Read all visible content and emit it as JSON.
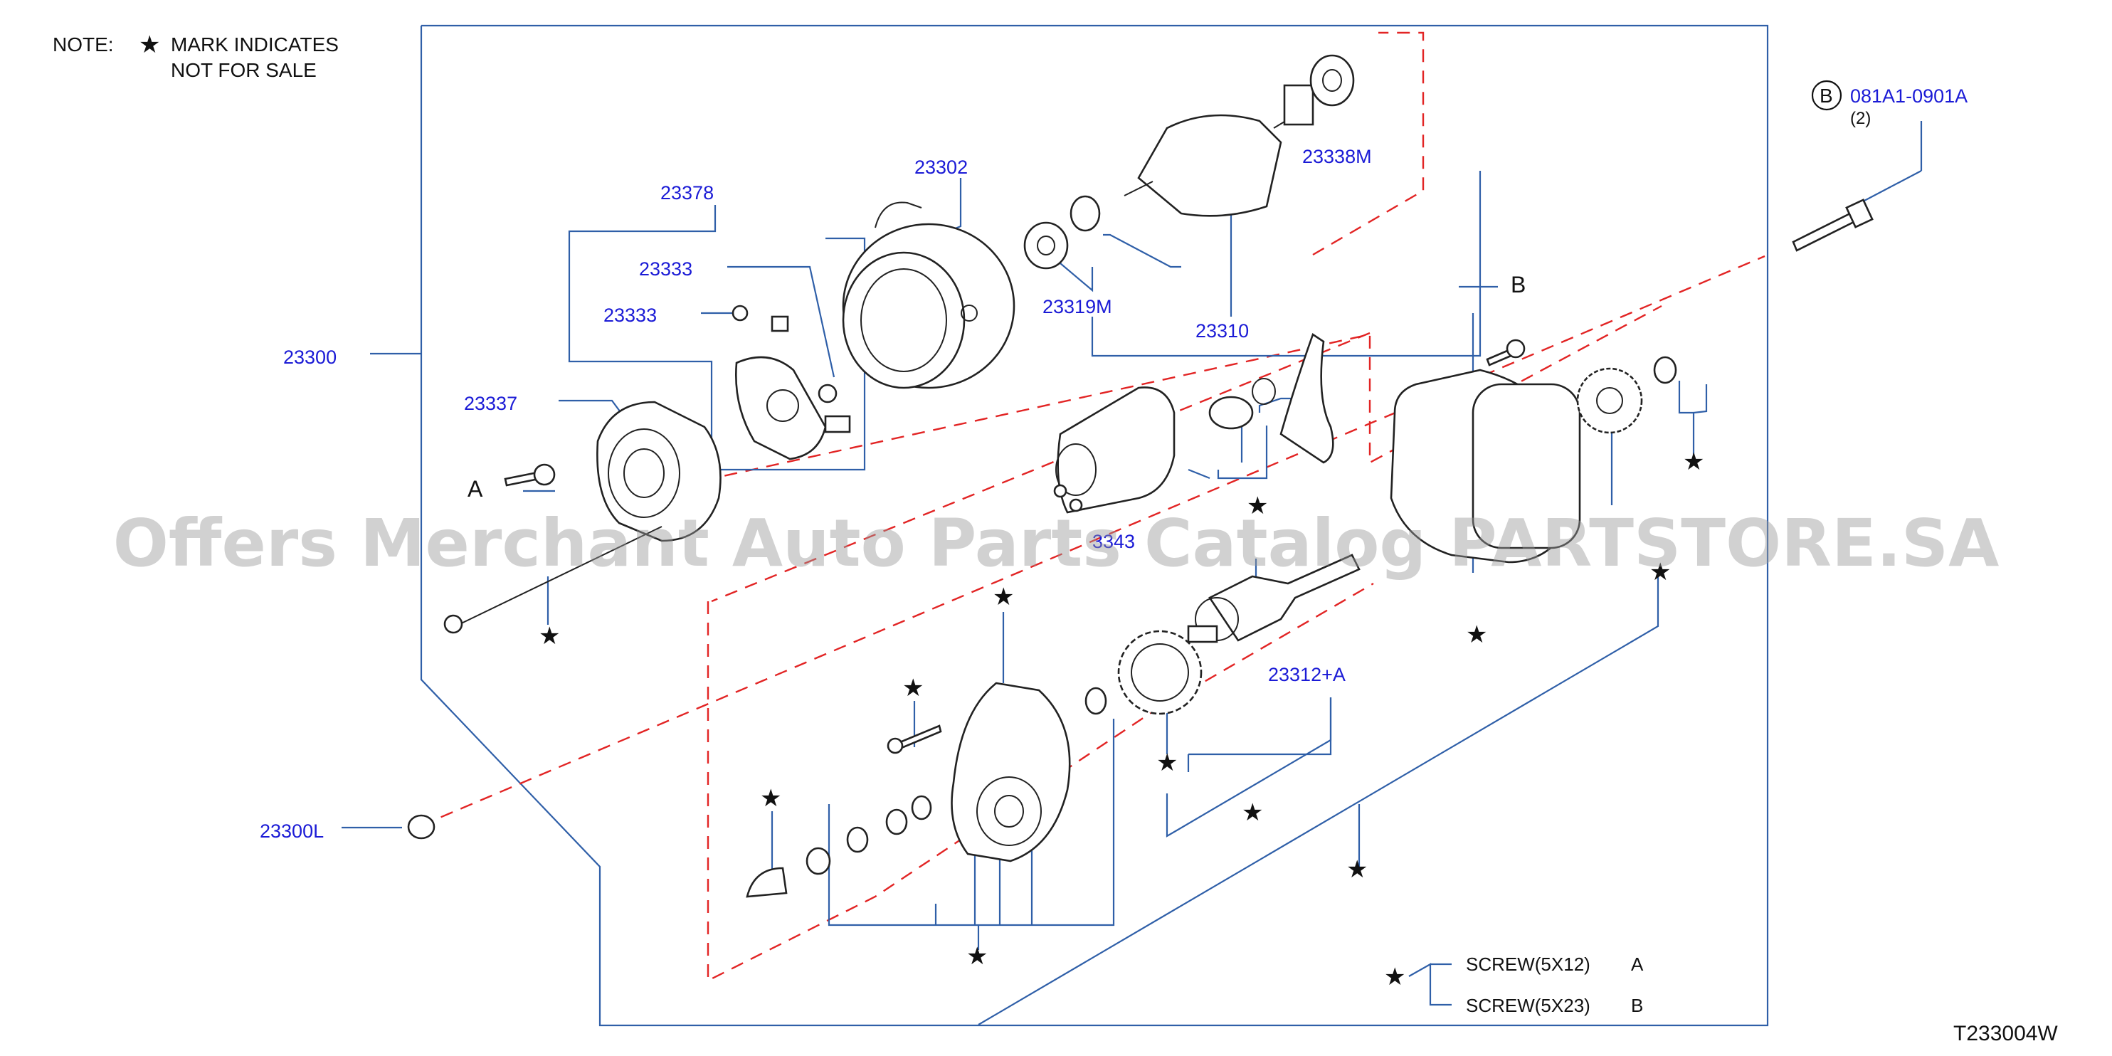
{
  "note": {
    "prefix": "NOTE:",
    "line1": "MARK  INDICATES",
    "line2": "NOT  FOR  SALE"
  },
  "star_glyph": "★",
  "labels": {
    "p23300": "23300",
    "p23300L": "23300L",
    "p23378": "23378",
    "p23333a": "23333",
    "p23333b": "23333",
    "p23337": "23337",
    "p23302": "23302",
    "p23319M": "23319M",
    "p23310": "23310",
    "p23338M": "23338M",
    "p23343": "3343",
    "p23312A": "23312+A",
    "bolt": "081A1-0901A",
    "bolt_qty": "(2)",
    "bolt_circle": "B"
  },
  "callouts": {
    "A": "A",
    "B": "B"
  },
  "legend": {
    "screw_a": "SCREW(5X12)",
    "screw_a_code": "A",
    "screw_b": "SCREW(5X23)",
    "screw_b_code": "B"
  },
  "watermark": "Offers Merchant Auto Parts Catalog PARTSTORE.SA",
  "diagram_code": "T233004W",
  "colors": {
    "label": "#1b1bd6",
    "leader": "#2f5fa8",
    "dashed": "#e22424"
  }
}
